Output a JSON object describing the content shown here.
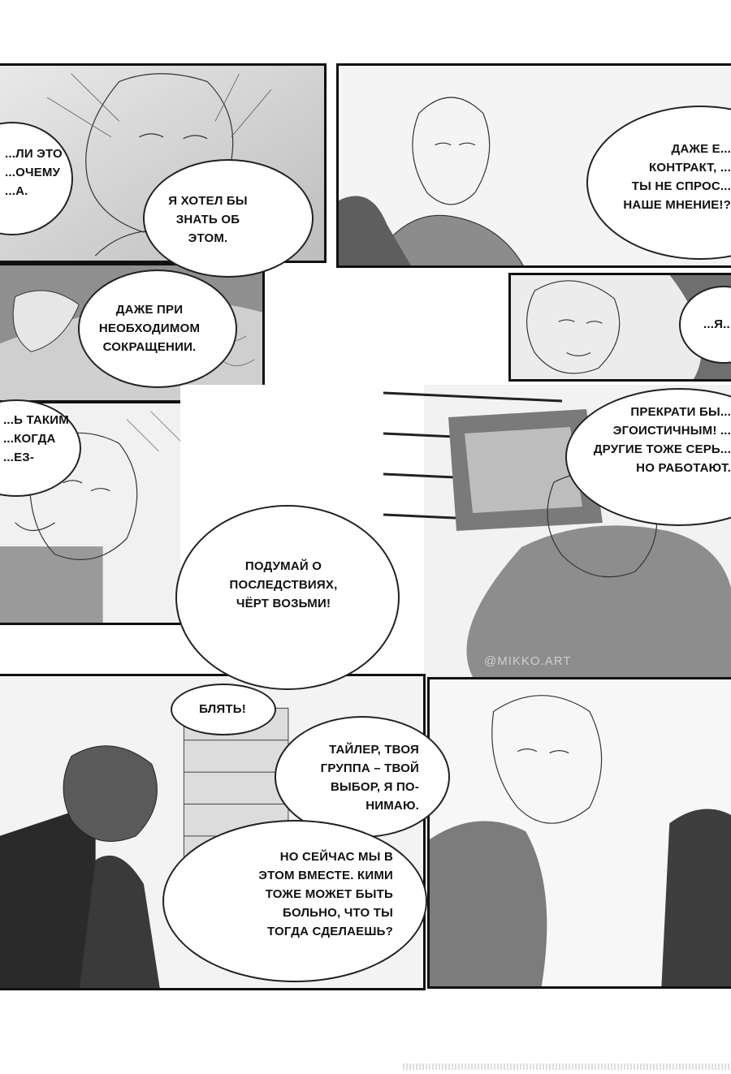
{
  "bubbles": {
    "b1": [
      "...ЛИ ЭТО",
      "...ОЧЕМУ",
      "...А."
    ],
    "b2": [
      "Я ХОТЕЛ БЫ",
      "ЗНАТЬ ОБ",
      "ЭТОМ."
    ],
    "b3": [
      "ДАЖЕ Е...",
      "КОНТРАКТ, ...",
      "ТЫ НЕ СПРОС...",
      "НАШЕ МНЕНИЕ!?"
    ],
    "b4": [
      "ДАЖЕ ПРИ",
      "НЕОБХОДИМОМ",
      "СОКРАЩЕНИИ."
    ],
    "b5": [
      "...Я..."
    ],
    "b6": [
      "...Ь ТАКИМ",
      "...КОГДА",
      "...ЕЗ-"
    ],
    "b7": [
      "ПРЕКРАТИ БЫ...",
      "ЭГОИСТИЧНЫМ! ...",
      "ДРУГИЕ ТОЖЕ СЕРЬ...",
      "НО РАБОТАЮТ."
    ],
    "b8": [
      "ПОДУМАЙ О",
      "ПОСЛЕДСТВИЯХ,",
      "ЧЁРТ ВОЗЬМИ!"
    ],
    "b9": [
      "БЛЯТЬ!"
    ],
    "b10": [
      "ТАЙЛЕР, ТВОЯ",
      "ГРУППА – ТВОЙ",
      "ВЫБОР, Я ПО-",
      "НИМАЮ."
    ],
    "b11": [
      "НО СЕЙЧАС МЫ В",
      "ЭТОМ ВМЕСТЕ. КИМИ",
      "ТОЖЕ МОЖЕТ БЫТЬ",
      "БОЛЬНО, ЧТО ТЫ",
      "ТОГДА СДЕЛАЕШЬ?"
    ]
  },
  "watermark": "@MIKKO.ART",
  "colors": {
    "ink": "#111111",
    "tone_dark": "#6a6a6a",
    "tone_mid": "#9d9d9d",
    "tone_light": "#d9d9d9"
  }
}
